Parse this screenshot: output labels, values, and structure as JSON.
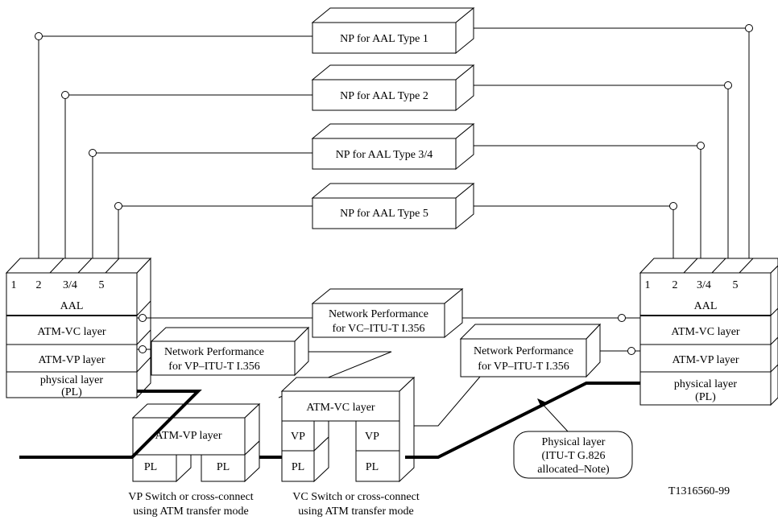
{
  "np_boxes": {
    "type1": "NP for AAL Type 1",
    "type2": "NP for AAL Type 2",
    "type34": "NP for AAL Type 3/4",
    "type5": "NP for AAL Type 5"
  },
  "left_stack": {
    "aal_nums": [
      "1",
      "2",
      "3/4",
      "5"
    ],
    "aal": "AAL",
    "vc": "ATM-VC layer",
    "vp": "ATM-VP layer",
    "pl_line1": "physical layer",
    "pl_line2": "(PL)"
  },
  "right_stack": {
    "aal_nums": [
      "1",
      "2",
      "3/4",
      "5"
    ],
    "aal": "AAL",
    "vc": "ATM-VC layer",
    "vp": "ATM-VP layer",
    "pl_line1": "physical layer",
    "pl_line2": "(PL)"
  },
  "np_vc": {
    "line1": "Network Performance",
    "line2": "for VC–ITU-T I.356"
  },
  "np_vp_left": {
    "line1": "Network Performance",
    "line2": "for VP–ITU-T I.356"
  },
  "np_vp_right": {
    "line1": "Network Performance",
    "line2": "for VP–ITU-T I.356"
  },
  "vp_switch": {
    "title": "ATM-VP layer",
    "pl_left": "PL",
    "pl_right": "PL"
  },
  "vc_switch": {
    "title": "ATM-VC layer",
    "vp_left": "VP",
    "vp_right": "VP",
    "pl_left": "PL",
    "pl_right": "PL"
  },
  "physical_note": {
    "line1": "Physical layer",
    "line2": "(ITU-T G.826",
    "line3": "allocated–Note)"
  },
  "captions": {
    "vp_line1": "VP Switch or cross-connect",
    "vp_line2": "using ATM transfer mode",
    "vc_line1": "VC Switch or cross-connect",
    "vc_line2": "using ATM transfer mode"
  },
  "figure_id": "T1316560-99"
}
